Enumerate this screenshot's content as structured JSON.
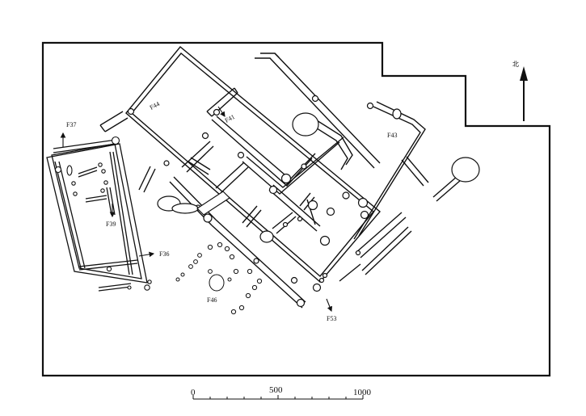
{
  "north": {
    "label": "北"
  },
  "features": {
    "f37": "F37",
    "f44": "F44",
    "f41": "F41",
    "f43": "F43",
    "f39": "F39",
    "f36": "F36",
    "f46": "F46",
    "f53": "F53"
  },
  "scale": {
    "labels": [
      "0",
      "500",
      "1000"
    ]
  },
  "colors": {
    "ink": "#111111",
    "background": "#ffffff"
  }
}
